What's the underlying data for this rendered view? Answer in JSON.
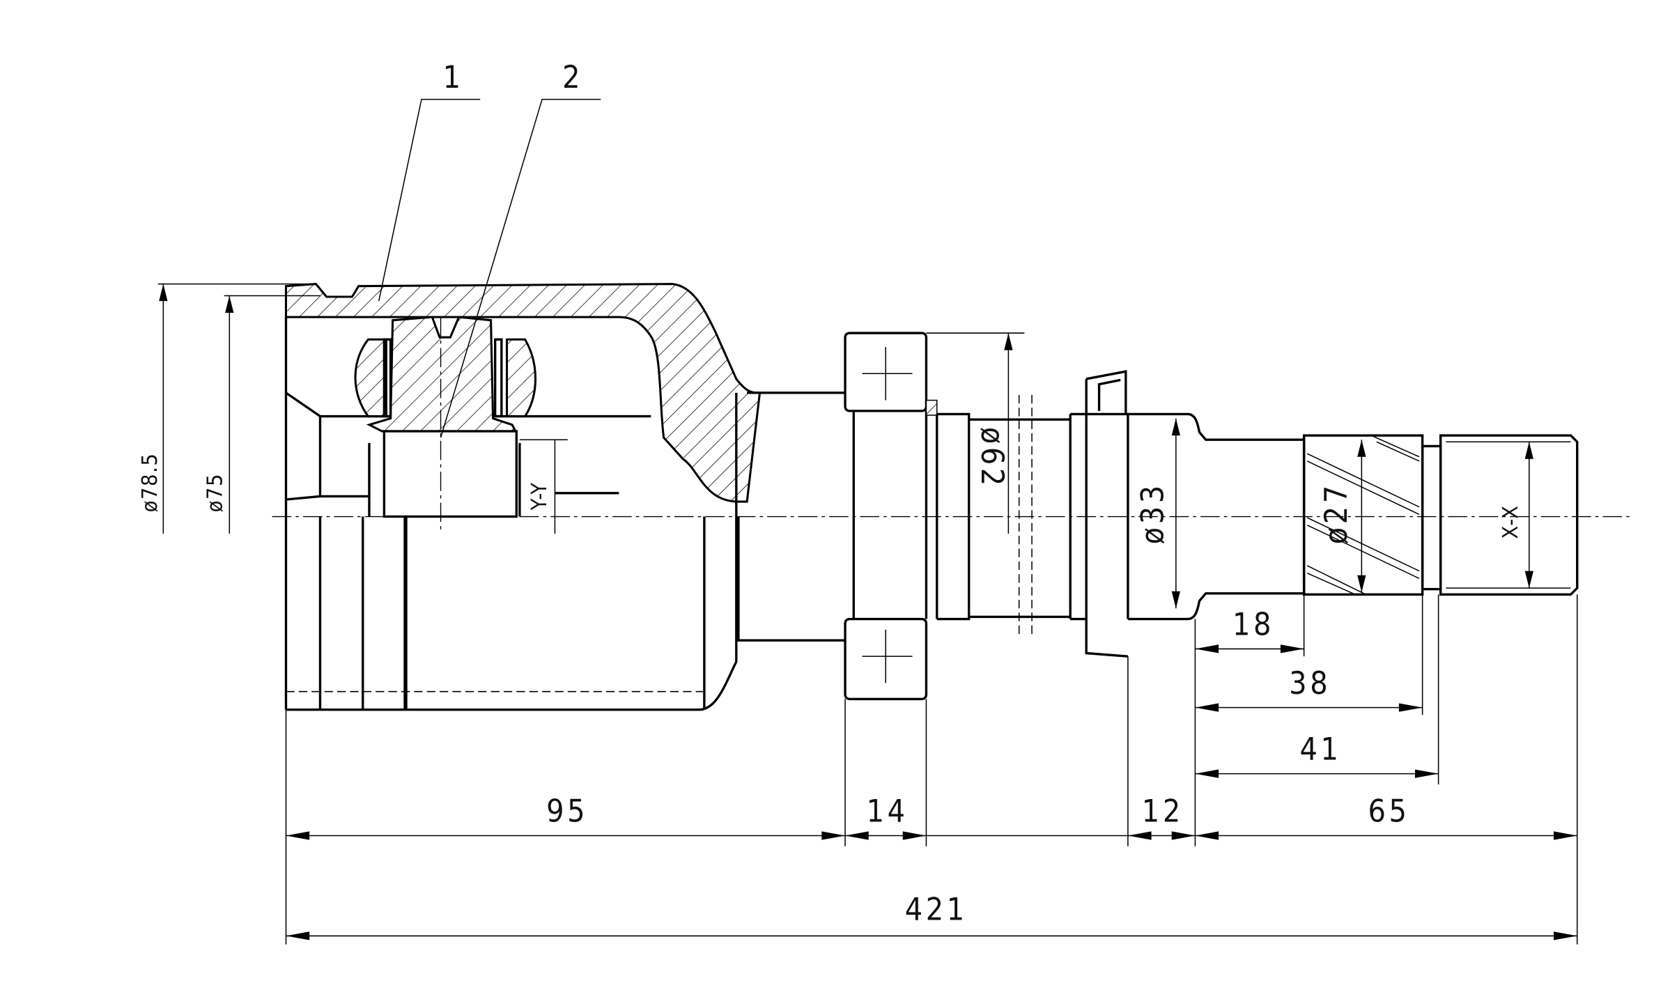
{
  "drawing": {
    "part_labels": [
      "1",
      "2"
    ],
    "section_labels": {
      "y": "Y-Y",
      "x": "X-X"
    },
    "diameters": {
      "outer_housing": "ø78.5",
      "housing_seat": "ø75",
      "flange": "ø62",
      "seal_seat": "ø33",
      "spline": "ø27"
    },
    "lengths": {
      "housing": "95",
      "flange": "14",
      "seal": "12",
      "shaft_end": "65",
      "total": "421",
      "spline_start": "18",
      "spline_end": "38",
      "thread_start": "41"
    }
  }
}
